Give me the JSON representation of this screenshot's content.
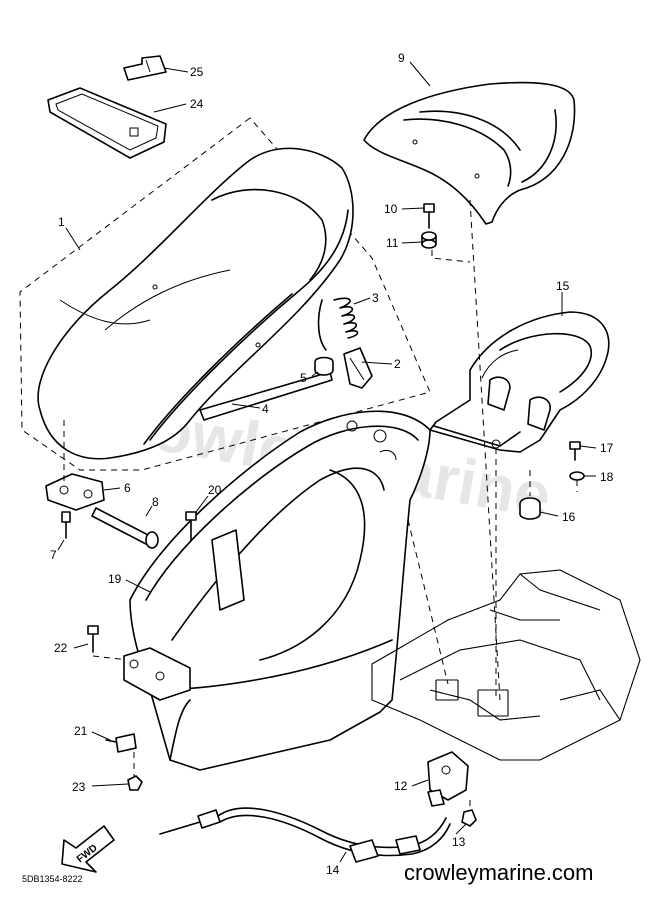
{
  "diagram": {
    "labels": [
      "1",
      "2",
      "3",
      "4",
      "5",
      "6",
      "7",
      "8",
      "9",
      "10",
      "11",
      "12",
      "13",
      "14",
      "15",
      "16",
      "17",
      "18",
      "19",
      "20",
      "21",
      "22",
      "23",
      "24",
      "25"
    ],
    "fwd_text": "FWD",
    "drawing_code": "5DB1354-8222",
    "site_mark": "crowleymarine.com",
    "watermark": "Crowley Marine"
  }
}
